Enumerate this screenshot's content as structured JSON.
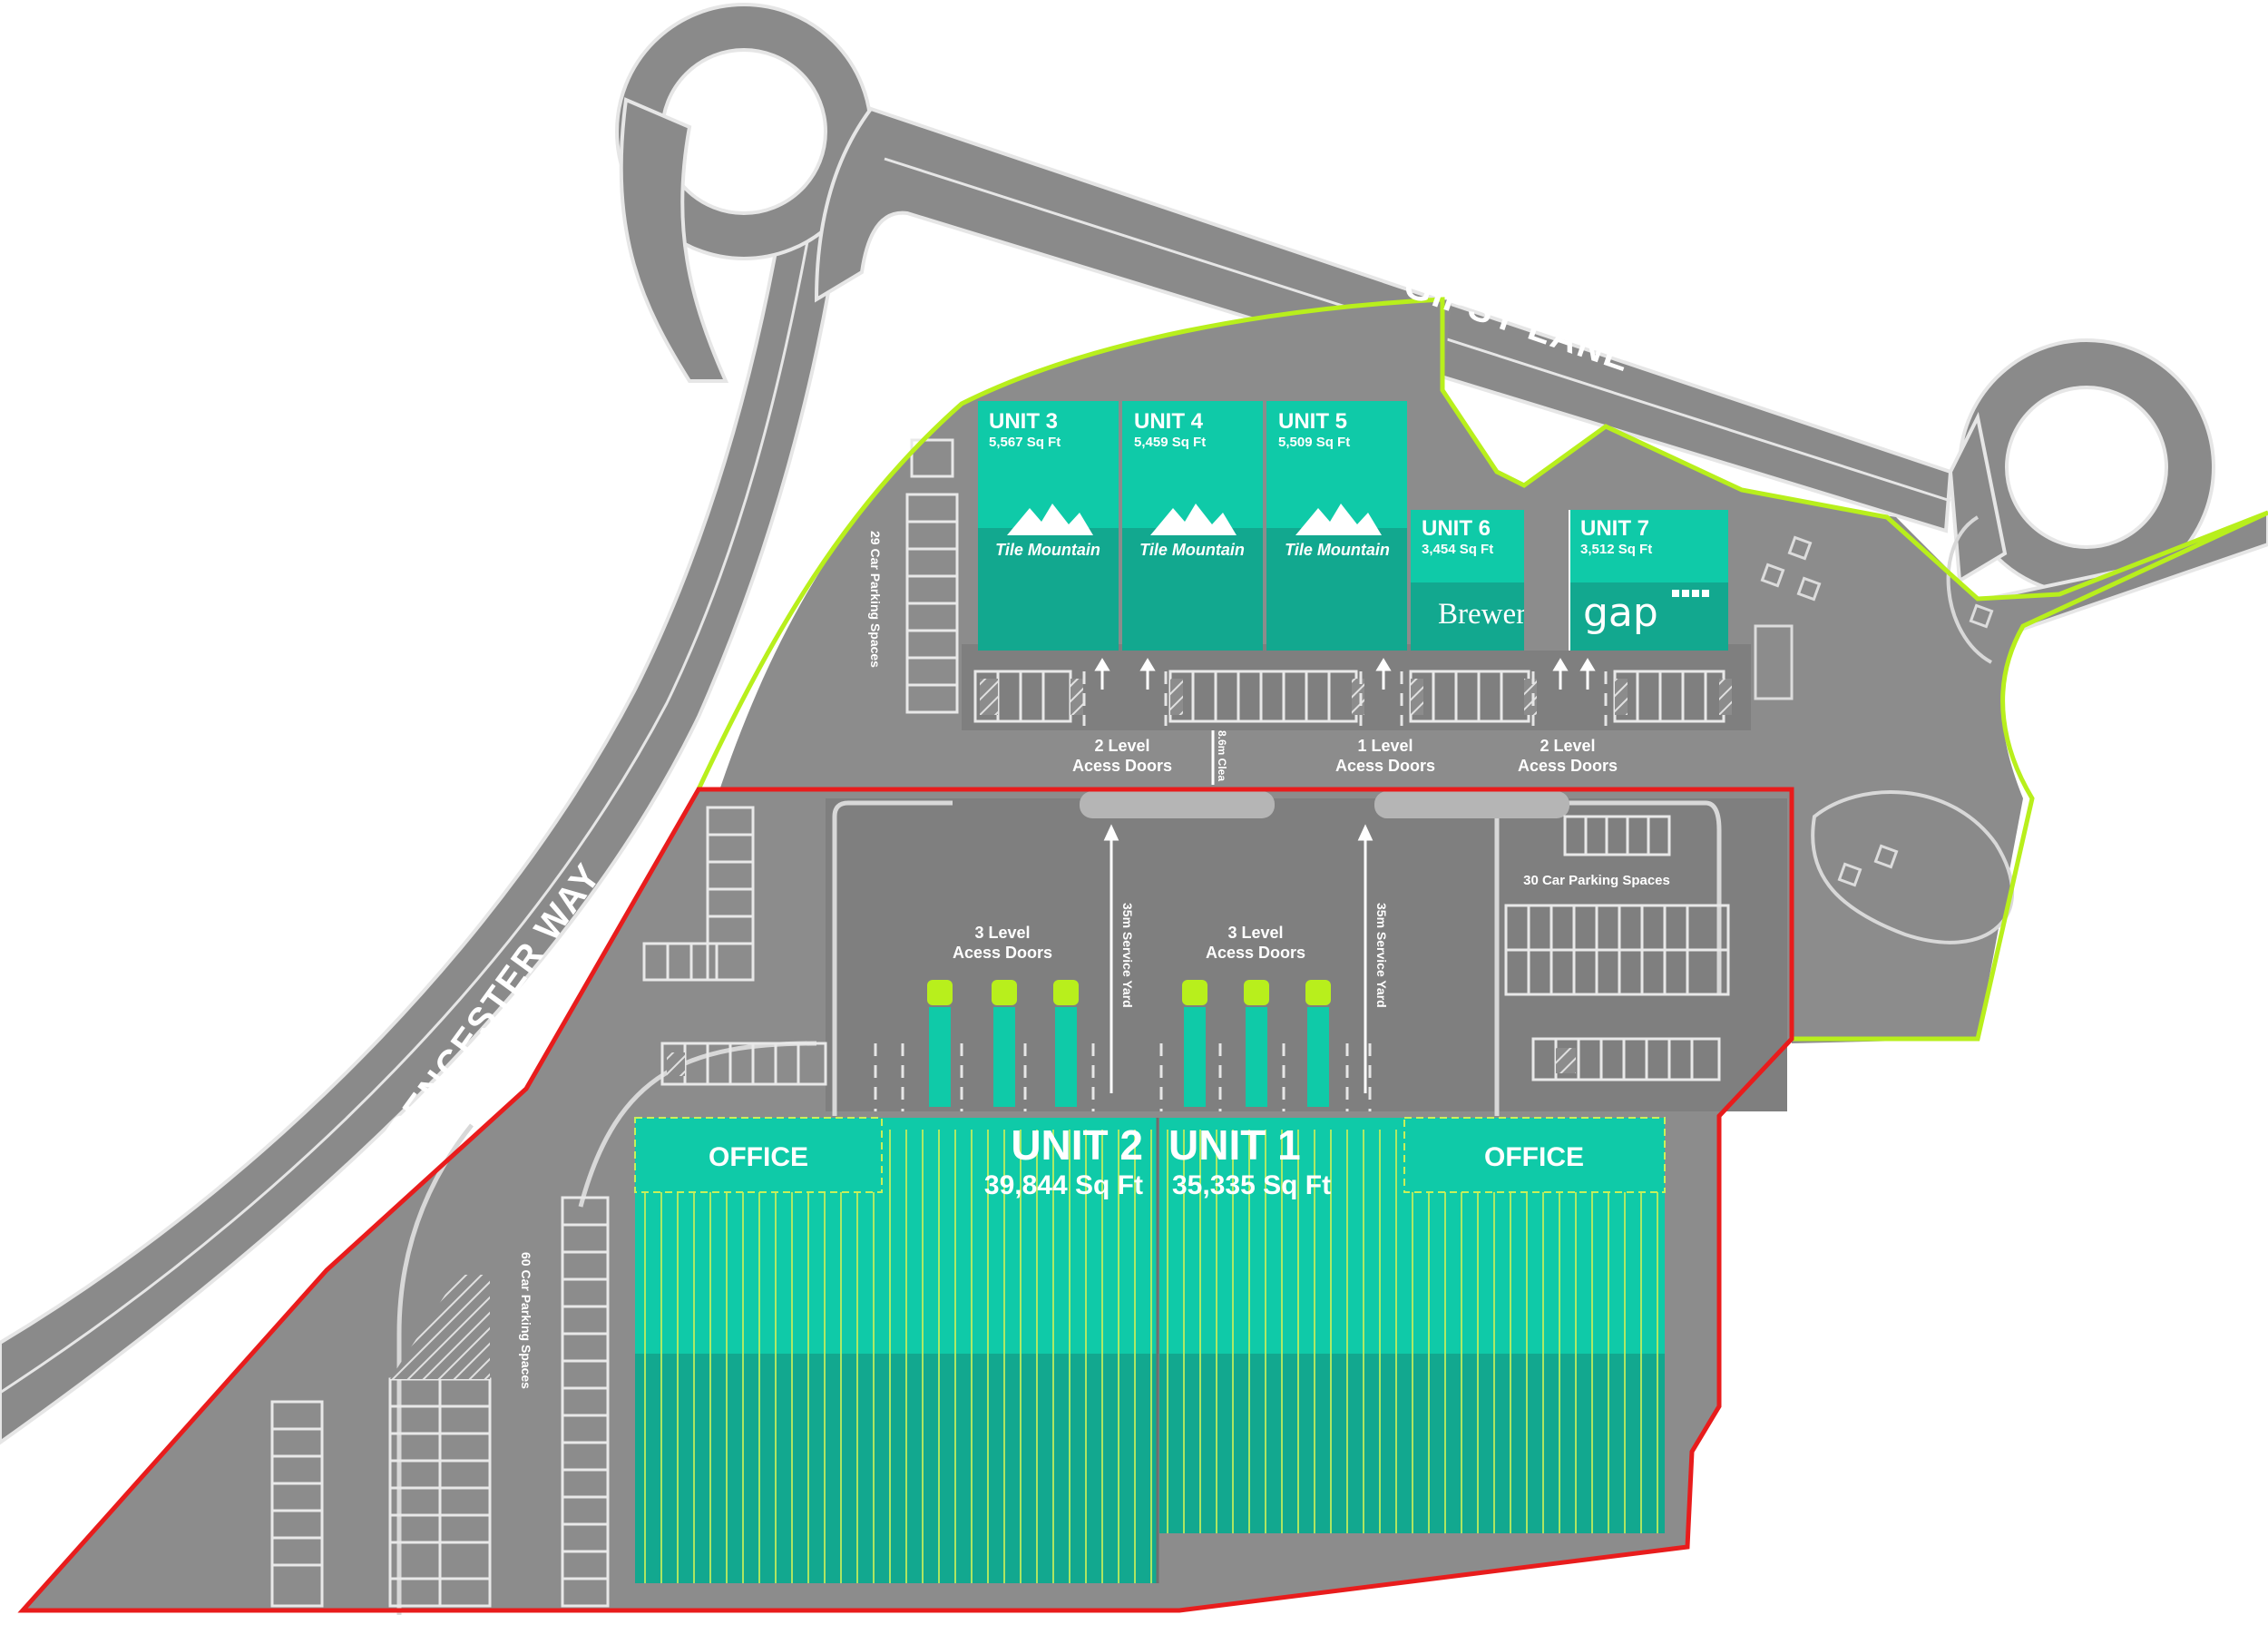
{
  "roads": {
    "gipsy_lane": "GIPSY LANE",
    "cirencester_way": "CIRENCESTER WAY"
  },
  "parking": {
    "north_west": "29 Car Parking Spaces",
    "east": "30 Car Parking Spaces",
    "south_west": "60 Car Parking Spaces"
  },
  "access": {
    "north_left": "2 Level\nAcess Doors",
    "north_left_l1": "2 Level",
    "north_left_l2": "Acess Doors",
    "north_mid_l1": "1 Level",
    "north_mid_l2": "Acess Doors",
    "north_right_l1": "2 Level",
    "north_right_l2": "Acess Doors",
    "clearance": "8.6m Clea",
    "south_left_l1": "3 Level",
    "south_left_l2": "Acess Doors",
    "south_right_l1": "3 Level",
    "south_right_l2": "Acess Doors",
    "service_yard_left": "35m Service Yard",
    "service_yard_right": "35m Service Yard"
  },
  "units": {
    "u3": {
      "name": "UNIT 3",
      "area": "5,567 Sq Ft",
      "tenant": "Tile Mountain"
    },
    "u4": {
      "name": "UNIT 4",
      "area": "5,459 Sq Ft",
      "tenant": "Tile Mountain"
    },
    "u5": {
      "name": "UNIT 5",
      "area": "5,509 Sq Ft",
      "tenant": "Tile Mountain"
    },
    "u6": {
      "name": "UNIT 6",
      "area": "3,454 Sq Ft",
      "tenant": "Brewers"
    },
    "u7": {
      "name": "UNIT 7",
      "area": "3,512 Sq Ft",
      "tenant": "gap"
    },
    "u2": {
      "name": "UNIT 2",
      "area": "39,844 Sq Ft",
      "office": "OFFICE"
    },
    "u1": {
      "name": "UNIT 1",
      "area": "35,335 Sq Ft",
      "office": "OFFICE"
    }
  },
  "colors": {
    "teal_light": "#0fcaa8",
    "teal_dark": "#12a88f",
    "green_boundary": "#b8ef1c",
    "red_boundary": "#e81c1c",
    "road_grey": "#8a8a8a",
    "site_grey": "#8c8c8c"
  }
}
